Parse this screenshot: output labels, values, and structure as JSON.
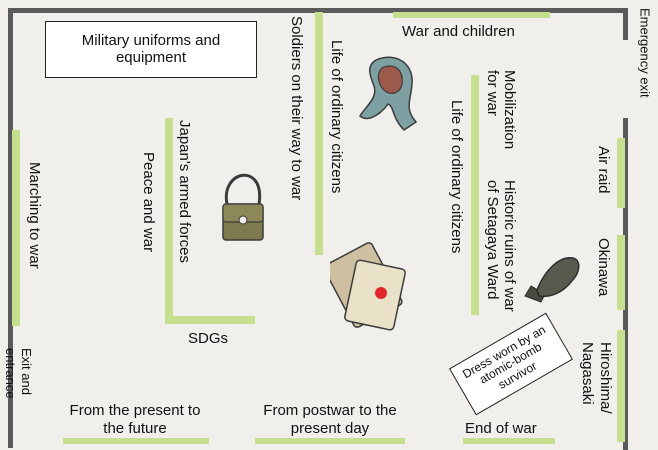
{
  "map": {
    "title_box": "Military uniforms and equipment",
    "areas": {
      "war_children": "War and children",
      "soldiers": "Soldiers on their way to war",
      "life_left": "Life of ordinary citizens",
      "life_right": "Life of ordinary citizens",
      "mobilization": "Mobilization for war",
      "historic_ruins": "Historic ruins of war of Setagaya Ward",
      "japan_forces": "Japan's armed forces",
      "peace_war": "Peace and war",
      "marching": "Marching to war",
      "sdgs": "SDGs",
      "air_raid": "Air raid",
      "okinawa": "Okinawa",
      "hiroshima": "Hiroshima/ Nagasaki",
      "dress": "Dress worn by an atomic-bomb survivor",
      "from_present": "From the present to the future",
      "from_postwar": "From postwar to the present day",
      "end_of_war": "End of war",
      "exit_entrance": "Exit and entrance",
      "emergency_exit": "Emergency exit"
    },
    "colors": {
      "wall": "#5a5a5a",
      "panel": "#c6df8e",
      "background": "#f1efec"
    }
  }
}
